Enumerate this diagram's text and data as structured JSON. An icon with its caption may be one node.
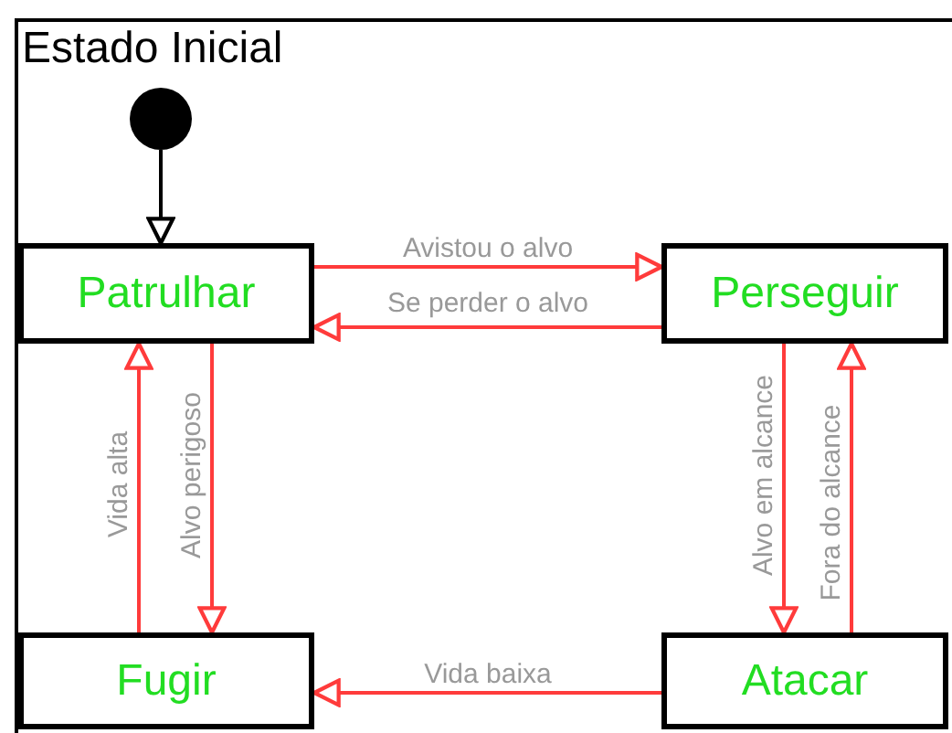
{
  "diagram": {
    "nodes": [
      {
        "text": [
          "Estado Inicial"
        ]
      },
      {
        "text": [],
        "shape": "circle",
        "in": 0
      },
      {
        "text": [
          "Patrulhar"
        ],
        "in": 0
      },
      {
        "text": [
          "Perseguir"
        ],
        "in": 0
      },
      {
        "text": [
          "Fugir"
        ],
        "in": 0
      },
      {
        "text": [
          "Atacar"
        ],
        "in": 0
      }
    ],
    "edges": [
      {
        "from": 1,
        "to": 2,
        "arrow": "to",
        "color": "#000000"
      },
      {
        "from": 2,
        "to": 3,
        "arrow": "to",
        "label": "Avistou o alvo"
      },
      {
        "from": 3,
        "to": 2,
        "arrow": "to",
        "label": "Se perder o alvo"
      },
      {
        "from": 4,
        "to": 2,
        "arrow": "to",
        "label": "Vida alta"
      },
      {
        "from": 2,
        "to": 4,
        "arrow": "to",
        "label": "Alvo perigoso"
      },
      {
        "from": 3,
        "to": 5,
        "arrow": "to",
        "label": "Alvo em alcance"
      },
      {
        "from": 5,
        "to": 3,
        "arrow": "to",
        "label": "Fora do alcance"
      },
      {
        "from": 5,
        "to": 4,
        "arrow": "to",
        "label": "Vida baixa"
      }
    ]
  }
}
